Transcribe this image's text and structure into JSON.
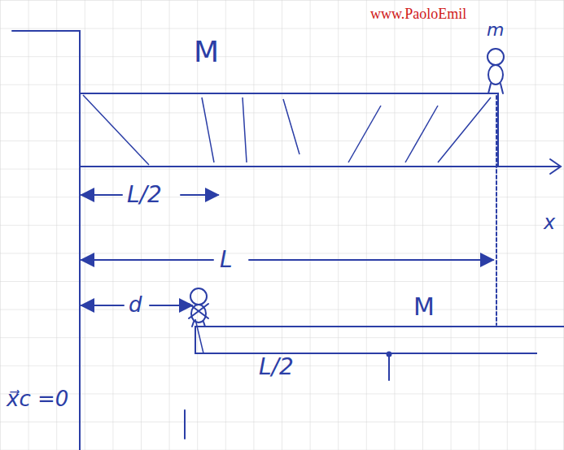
{
  "diagram": {
    "nodes": [
      {
        "text": [
          "M"
        ]
      },
      {
        "text": [
          "M"
        ]
      }
    ],
    "labels": [
      "www.PaoloEmil",
      "m",
      "L/2",
      "L",
      "x",
      "d",
      "L/2",
      "x⃗c =0"
    ]
  }
}
